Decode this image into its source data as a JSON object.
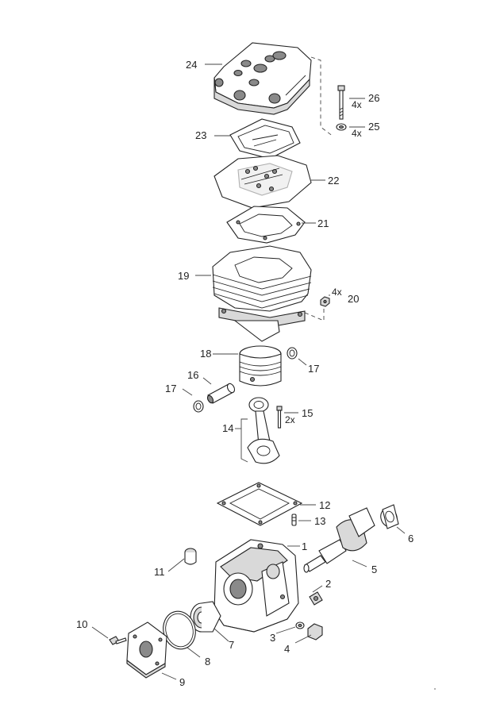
{
  "parts": [
    {
      "id": "p24",
      "label": "24"
    },
    {
      "id": "p23",
      "label": "23"
    },
    {
      "id": "p22",
      "label": "22"
    },
    {
      "id": "p21",
      "label": "21"
    },
    {
      "id": "p19",
      "label": "19"
    },
    {
      "id": "p20",
      "label": "20",
      "qty": "4x"
    },
    {
      "id": "p26",
      "label": "26",
      "qty": "4x"
    },
    {
      "id": "p25",
      "label": "25",
      "qty": "4x"
    },
    {
      "id": "p18",
      "label": "18"
    },
    {
      "id": "p17a",
      "label": "17"
    },
    {
      "id": "p17b",
      "label": "17"
    },
    {
      "id": "p16",
      "label": "16"
    },
    {
      "id": "p15",
      "label": "15",
      "qty": "2x"
    },
    {
      "id": "p14",
      "label": "14"
    },
    {
      "id": "p12",
      "label": "12"
    },
    {
      "id": "p13",
      "label": "13"
    },
    {
      "id": "p6",
      "label": "6"
    },
    {
      "id": "p1",
      "label": "1"
    },
    {
      "id": "p5",
      "label": "5"
    },
    {
      "id": "p11",
      "label": "11"
    },
    {
      "id": "p2",
      "label": "2"
    },
    {
      "id": "p10",
      "label": "10"
    },
    {
      "id": "p7",
      "label": "7"
    },
    {
      "id": "p8",
      "label": "8"
    },
    {
      "id": "p3",
      "label": "3"
    },
    {
      "id": "p4",
      "label": "4"
    },
    {
      "id": "p9",
      "label": "9"
    }
  ]
}
